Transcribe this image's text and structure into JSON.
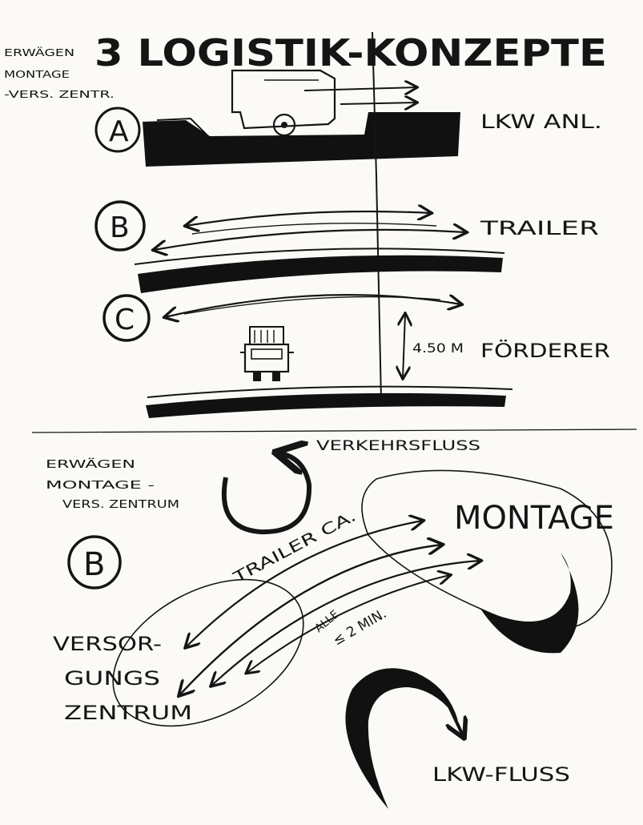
{
  "title": "3 LOGISTIK-KONZEPTE",
  "top_note": [
    "ERWÄGEN",
    "MONTAGE",
    "-VERS. ZENTR."
  ],
  "options": {
    "a": {
      "letter": "A",
      "label": "LKW ANL."
    },
    "b": {
      "letter": "B",
      "label": "TRAILER"
    },
    "c": {
      "letter": "C",
      "label": "FÖRDERER",
      "dimension": "4.50 M"
    }
  },
  "bottom": {
    "note": [
      "ERWÄGEN",
      "MONTAGE -",
      "VERS. ZENTRUM"
    ],
    "letter": "B",
    "traffic_label": "VERKEHRSFLUSS",
    "montage": "MONTAGE",
    "trailer_label": "TRAILER CA.",
    "interval": [
      "ALLE",
      "≤ 2 MIN."
    ],
    "versorgung": [
      "VERSOR-",
      "GUNGS",
      "ZENTRUM"
    ],
    "lkw_flow": "LKW-FLUSS"
  }
}
